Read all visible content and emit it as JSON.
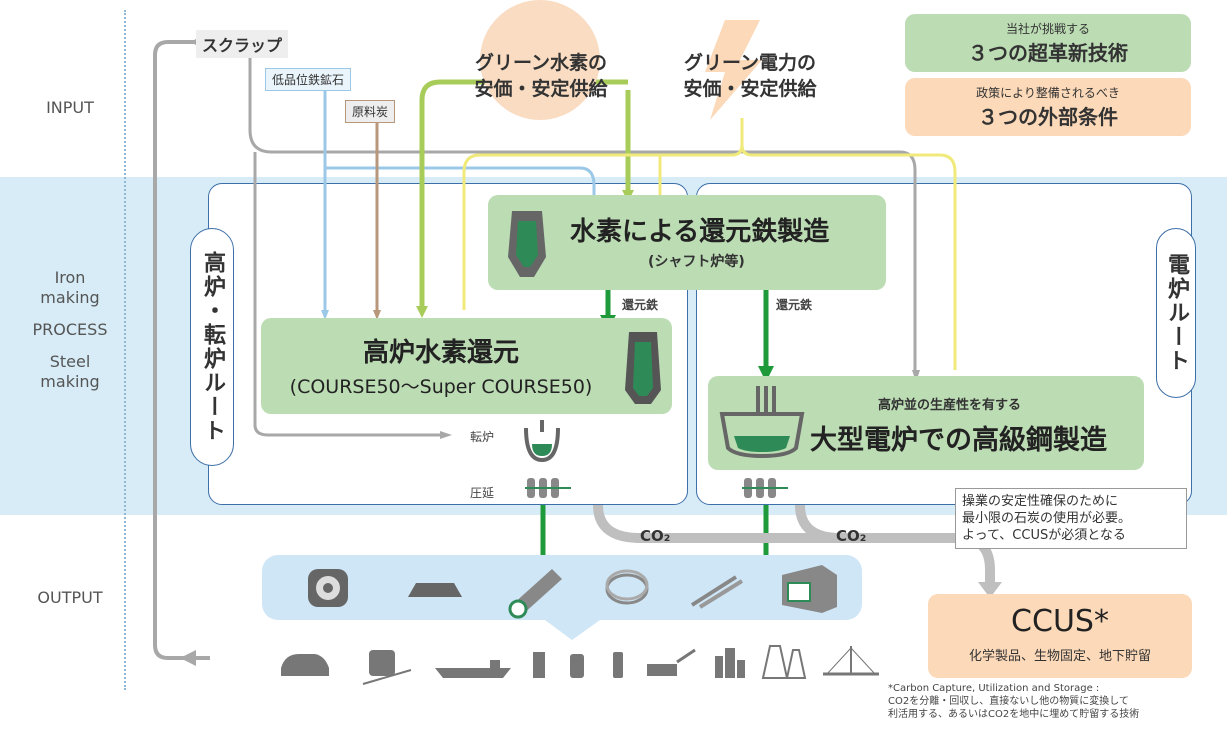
{
  "stages": {
    "input": "INPUT",
    "iron1": "Iron",
    "iron2": "making",
    "process": "PROCESS",
    "steel1": "Steel",
    "steel2": "making",
    "output": "OUTPUT"
  },
  "inputs": {
    "scrap": "スクラップ",
    "low_grade_ore": "低品位鉄鉱石",
    "coking_coal": "原料炭",
    "green_h2_line1": "グリーン水素の",
    "green_h2_line2": "安価・安定供給",
    "green_power_line1": "グリーン電力の",
    "green_power_line2": "安価・安定供給"
  },
  "legend": {
    "tech_small": "当社が挑戦する",
    "tech_big": "３つの超革新技術",
    "cond_small": "政策により整備されるべき",
    "cond_big": "３つの外部条件"
  },
  "process": {
    "h2_dri_title": "水素による還元鉄製造",
    "h2_dri_sub": "(シャフト炉等)",
    "bf_title": "高炉水素還元",
    "bf_sub": "(COURSE50〜Super COURSE50)",
    "eaf_small": "高炉並の生産性を有する",
    "eaf_title": "大型電炉での高級鋼製造",
    "bf_route": "高炉・転炉ルート",
    "eaf_route": "電炉ルート",
    "reduced_iron_1": "還元鉄",
    "reduced_iron_2": "還元鉄",
    "converter": "転炉",
    "rolling": "圧延",
    "co2_1": "CO₂",
    "co2_2": "CO₂"
  },
  "note": {
    "line1": "操業の安定性確保のために",
    "line2": "最小限の石炭の使用が必要。",
    "line3": "よって、CCUSが必須となる"
  },
  "ccus": {
    "title": "CCUS*",
    "sub": "化学製品、生物固定、地下貯留"
  },
  "footnote": {
    "line1": "*Carbon Capture, Utilization and Storage :",
    "line2": "CO2を分離・回収し、直接ないし他の物質に変換して",
    "line3": "利活用する、あるいはCO2を地中に埋めて貯留する技術"
  },
  "colors": {
    "band": "#d7ecf7",
    "green_box": "#bcdcb4",
    "orange_box": "#fbd9b9",
    "arrow_green": "#1f9a3a",
    "h2_line": "#a8cc5a",
    "power_line": "#f0ea7a",
    "ore_line": "#9cc8e8",
    "coal_line": "#b9977a",
    "scrap_line": "#a8a8a8"
  },
  "icons": {
    "products": [
      "coil-icon",
      "plate-icon",
      "pipe-icon",
      "wire-coil-icon",
      "bars-icon",
      "h-beam-icon"
    ],
    "applications": [
      "car-icon",
      "train-icon",
      "ship-icon",
      "building-block-icon",
      "can-icon",
      "battery-icon",
      "excavator-icon",
      "buildings-icon",
      "power-tower-icon",
      "bridge-icon"
    ]
  }
}
